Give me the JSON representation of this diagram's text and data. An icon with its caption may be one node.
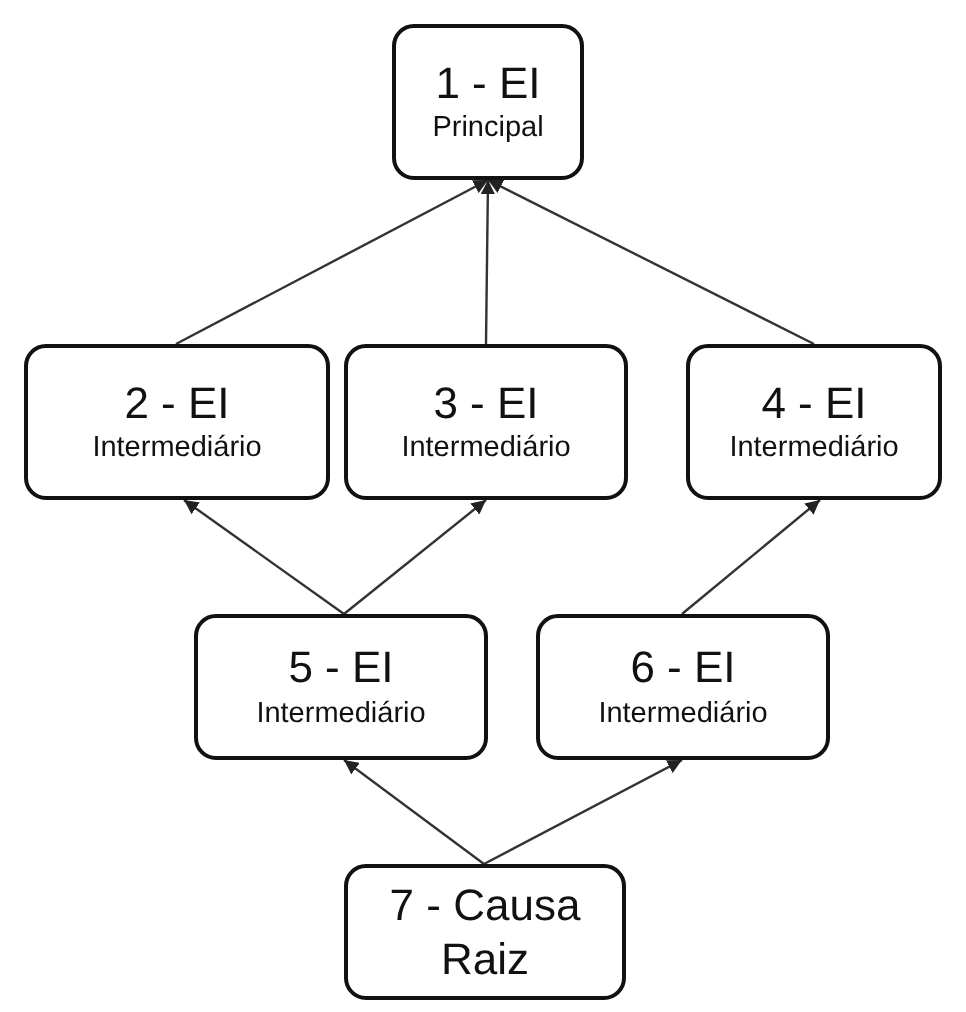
{
  "diagram": {
    "nodes": [
      {
        "text": [
          "1 - EI",
          "Principal"
        ]
      },
      {
        "text": [
          "2 - EI",
          "Intermediário"
        ]
      },
      {
        "text": [
          "3 - EI",
          "Intermediário"
        ]
      },
      {
        "text": [
          "4 - EI",
          "Intermediário"
        ]
      },
      {
        "text": [
          "5 - EI",
          "Intermediário"
        ]
      },
      {
        "text": [
          "6 - EI",
          "Intermediário"
        ]
      },
      {
        "text": [
          "7 - Causa Raiz"
        ]
      }
    ],
    "edges": [
      {
        "from": 1,
        "to": 0,
        "arrow": "to"
      },
      {
        "from": 2,
        "to": 0,
        "arrow": "to"
      },
      {
        "from": 3,
        "to": 0,
        "arrow": "to"
      },
      {
        "from": 4,
        "to": 1,
        "arrow": "to"
      },
      {
        "from": 4,
        "to": 2,
        "arrow": "to"
      },
      {
        "from": 5,
        "to": 3,
        "arrow": "to"
      },
      {
        "from": 6,
        "to": 4,
        "arrow": "to"
      },
      {
        "from": 6,
        "to": 5,
        "arrow": "to"
      }
    ]
  }
}
